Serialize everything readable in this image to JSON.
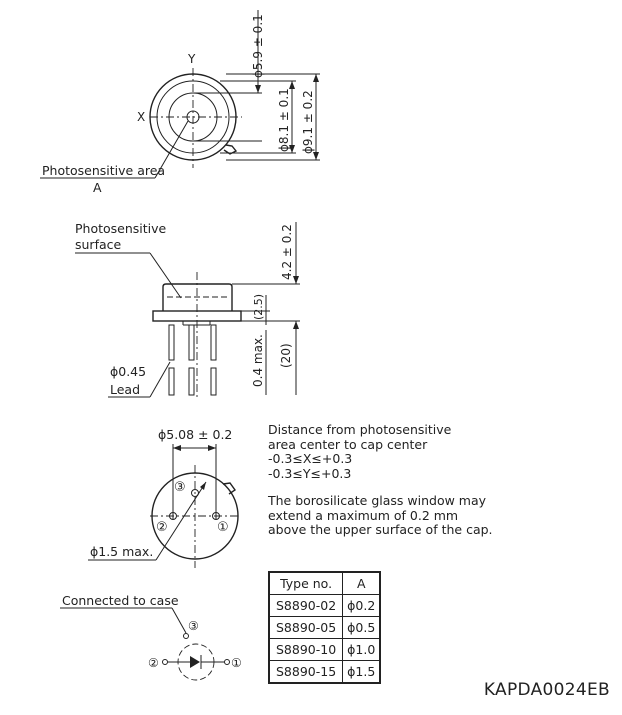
{
  "top_view": {
    "axis_y": "Y",
    "axis_x": "X",
    "dim_small": "ϕ5.9 ± 0.1",
    "dim_mid": "ϕ8.1 ± 0.1",
    "dim_large": "ϕ9.1 ± 0.2",
    "callout": "Photosensitive area",
    "callout_sub": "A"
  },
  "side_view": {
    "callout_line1": "Photosensitive",
    "callout_line2": "surface",
    "dim_height": "4.2 ± 0.2",
    "dim_flange": "(2.5)",
    "dim_window": "0.4 max.",
    "dim_leads": "(20)",
    "lead_dia": "ϕ0.45",
    "lead_label": "Lead"
  },
  "bottom_view": {
    "pitch": "ϕ5.08 ± 0.2",
    "tab_dia": "ϕ1.5 max.",
    "pin1": "①",
    "pin2": "②",
    "pin3": "③"
  },
  "notes": {
    "line1": "Distance from photosensitive",
    "line2": "area center to cap center",
    "line3": "-0.3≤X≤+0.3",
    "line4": "-0.3≤Y≤+0.3",
    "line5": "The borosilicate glass window may",
    "line6": "extend a maximum of 0.2 mm",
    "line7": "above the upper surface of the cap."
  },
  "schematic": {
    "label": "Connected to case",
    "pin1": "①",
    "pin2": "②",
    "pin3": "③"
  },
  "table": {
    "headers": [
      "Type no.",
      "A"
    ],
    "rows": [
      [
        "S8890-02",
        "ϕ0.2"
      ],
      [
        "S8890-05",
        "ϕ0.5"
      ],
      [
        "S8890-10",
        "ϕ1.0"
      ],
      [
        "S8890-15",
        "ϕ1.5"
      ]
    ]
  },
  "drawing_code": "KAPDA0024EB"
}
